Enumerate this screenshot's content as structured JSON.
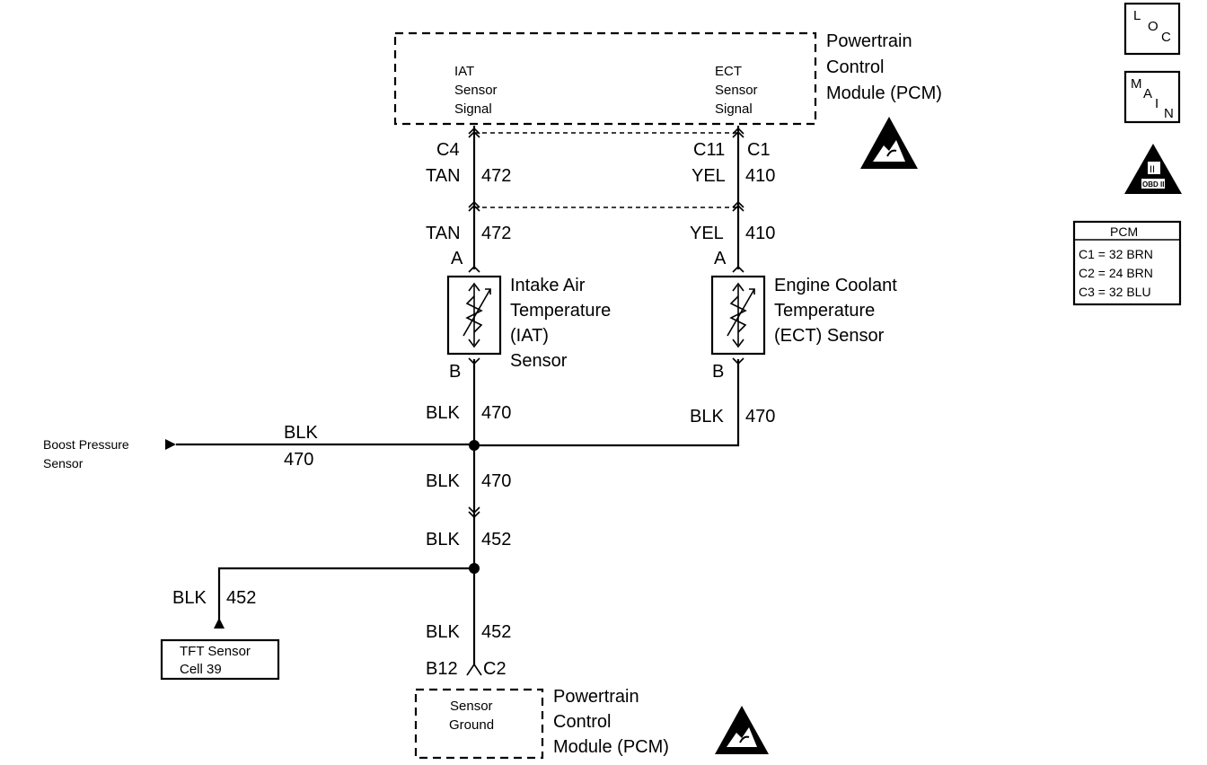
{
  "pcm_top": {
    "title_lines": [
      "Powertrain",
      "Control",
      "Module (PCM)"
    ],
    "iat_signal_lines": [
      "IAT",
      "Sensor",
      "Signal"
    ],
    "ect_signal_lines": [
      "ECT",
      "Sensor",
      "Signal"
    ]
  },
  "pcm_bottom": {
    "title_lines": [
      "Powertrain",
      "Control",
      "Module (PCM)"
    ],
    "sensor_ground_lines": [
      "Sensor",
      "Ground"
    ]
  },
  "iat_circuit": {
    "pcm_pin": "C4",
    "wire_color_upper": "TAN",
    "circuit_upper": "472",
    "wire_color_lower": "TAN",
    "circuit_lower": "472",
    "pin_a": "A",
    "pin_b": "B",
    "sensor_label_lines": [
      "Intake Air",
      "Temperature",
      "(IAT)",
      "Sensor"
    ],
    "ground_color": "BLK",
    "ground_circuit": "470"
  },
  "ect_circuit": {
    "pcm_pin": "C11",
    "connector": "C1",
    "wire_color_upper": "YEL",
    "circuit_upper": "410",
    "wire_color_lower": "YEL",
    "circuit_lower": "410",
    "pin_a": "A",
    "pin_b": "B",
    "sensor_label_lines": [
      "Engine Coolant",
      "Temperature",
      "(ECT) Sensor"
    ],
    "ground_color": "BLK",
    "ground_circuit": "470"
  },
  "boost": {
    "label_lines": [
      "Boost Pressure",
      "Sensor"
    ],
    "wire_color": "BLK",
    "circuit": "470"
  },
  "ground_trunk": {
    "upper_color": "BLK",
    "upper_circuit": "470",
    "mid_color": "BLK",
    "mid_circuit": "452",
    "lower_color": "BLK",
    "lower_circuit": "452",
    "pcm_pin": "B12",
    "connector": "C2"
  },
  "tft": {
    "wire_color": "BLK",
    "circuit": "452",
    "label_lines": [
      "TFT Sensor",
      "Cell 39"
    ]
  },
  "legend": {
    "loc_letters": [
      "L",
      "O",
      "C"
    ],
    "main_letters": [
      "M",
      "A",
      "I",
      "N"
    ],
    "obd_numeral": "II",
    "obd_text": "OBD II",
    "pcm_title": "PCM",
    "pcm_rows": [
      "C1 = 32 BRN",
      "C2 = 24 BRN",
      "C3 = 32 BLU"
    ]
  }
}
